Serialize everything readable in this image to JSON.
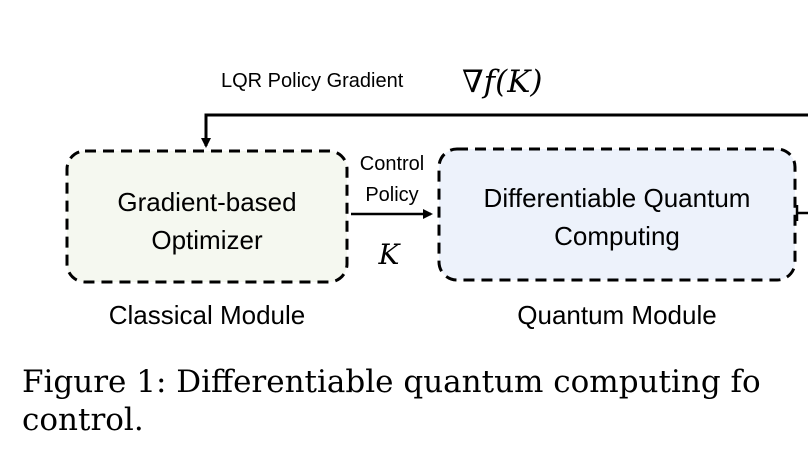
{
  "feedback": {
    "label": "LQR Policy Gradient",
    "math": "∇f(K)"
  },
  "classical": {
    "box_line1": "Gradient-based",
    "box_line2": "Optimizer",
    "module_label": "Classical Module",
    "fill_color": "#f5f8f0"
  },
  "control": {
    "line1": "Control",
    "line2": "Policy",
    "math": "K"
  },
  "quantum": {
    "box_line1": "Differentiable Quantum",
    "box_line2": "Computing",
    "module_label": "Quantum Module",
    "fill_color": "#edf2fb"
  },
  "caption": {
    "line1": "Figure 1: Differentiable quantum computing fo",
    "line2": "control."
  }
}
